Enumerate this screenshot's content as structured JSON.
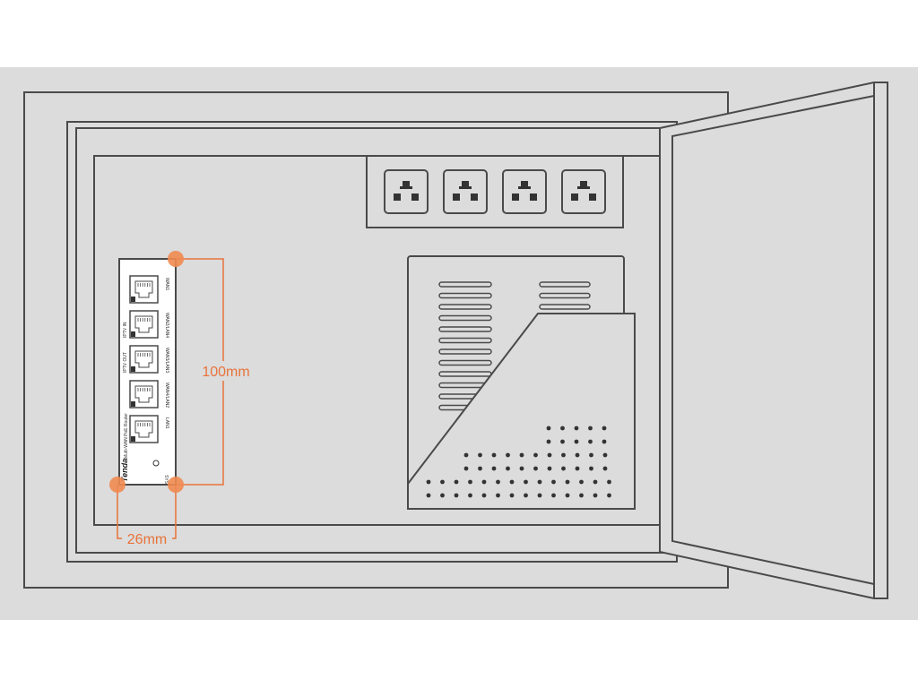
{
  "router": {
    "brand": "Tenda",
    "model": "Multi-WAN PoE Router",
    "status_label": "SYS",
    "ports": [
      {
        "label": "WAN1",
        "side_label": ""
      },
      {
        "label": "WAN2/LAN4",
        "side_label": "IPTV IN"
      },
      {
        "label": "WAN3/LAN3",
        "side_label": "IPTV OUT"
      },
      {
        "label": "WAN4/LAN2",
        "side_label": ""
      },
      {
        "label": "LAN1",
        "side_label": ""
      }
    ]
  },
  "dimensions": {
    "height_label": "100mm",
    "width_label": "26mm"
  },
  "outlets": {
    "count": 4
  },
  "colors": {
    "background": "#dcdcdc",
    "line": "#4a4a4a",
    "accent": "#e8733a",
    "router_body": "#ffffff"
  }
}
